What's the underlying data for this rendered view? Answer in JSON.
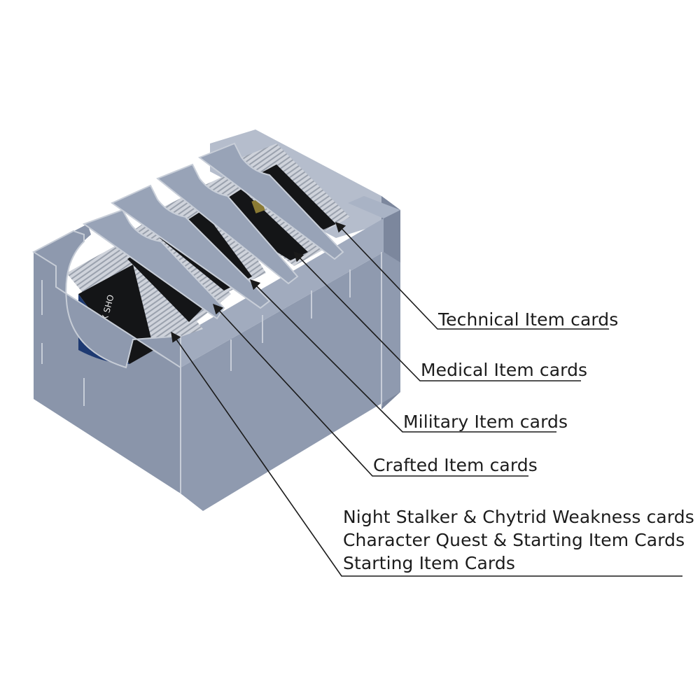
{
  "labels": {
    "technical": "Technical Item cards",
    "medical": "Medical Item cards",
    "military": "Military Item cards",
    "crafted": "Crafted Item cards",
    "starting_lines": [
      "Night Stalker & Chytrid Weakness cards",
      "Character Quest & Starting Item Cards",
      "Starting Item Cards"
    ]
  },
  "card_print": "SIX SHO",
  "colors": {
    "box_front": "#8f9aaf",
    "box_side": "#7c879d",
    "box_top": "#a9b3c5",
    "card_edges": "#d3d7de",
    "card_face": "#141517",
    "leader": "#1a1a1a"
  }
}
